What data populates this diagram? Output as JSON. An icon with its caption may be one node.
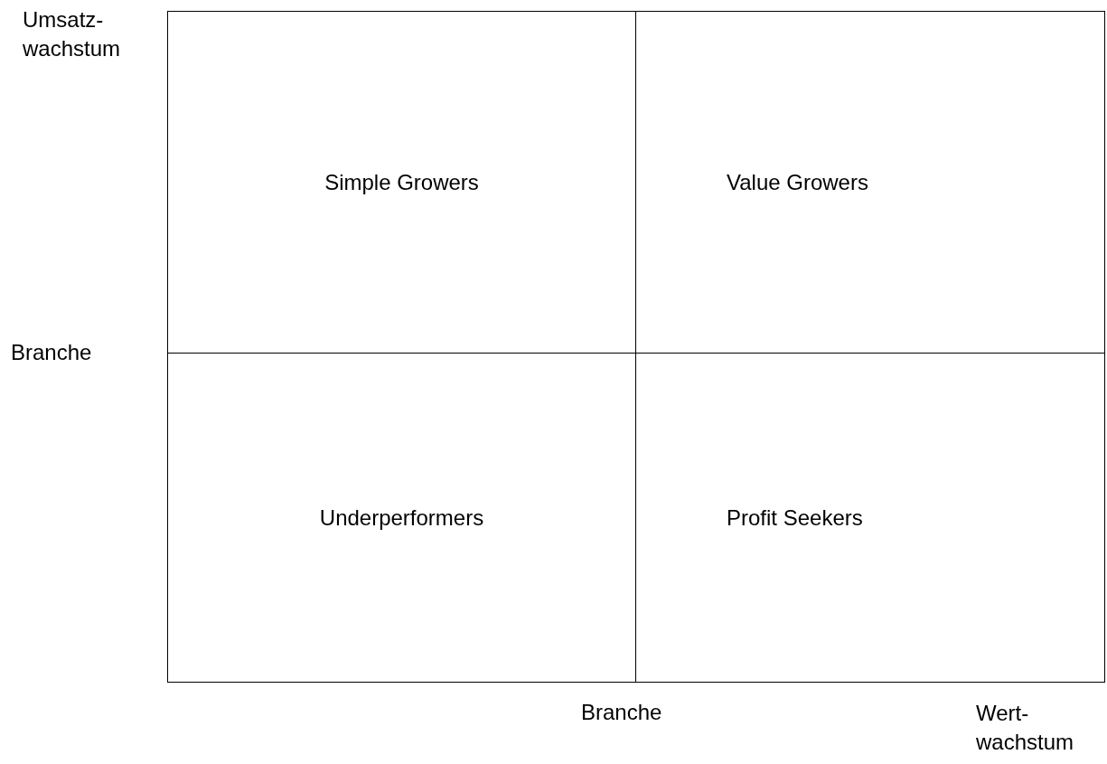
{
  "diagram": {
    "nodes": [
      {
        "text": [
          "Simple Growers"
        ]
      },
      {
        "text": [
          "Value Growers"
        ]
      },
      {
        "text": [
          "Underperformers"
        ]
      },
      {
        "text": [
          "Profit Seekers"
        ]
      }
    ],
    "labels": [
      "Umsatz- wachstum",
      "Branche",
      "Branche",
      "Wert- wachstum"
    ]
  }
}
